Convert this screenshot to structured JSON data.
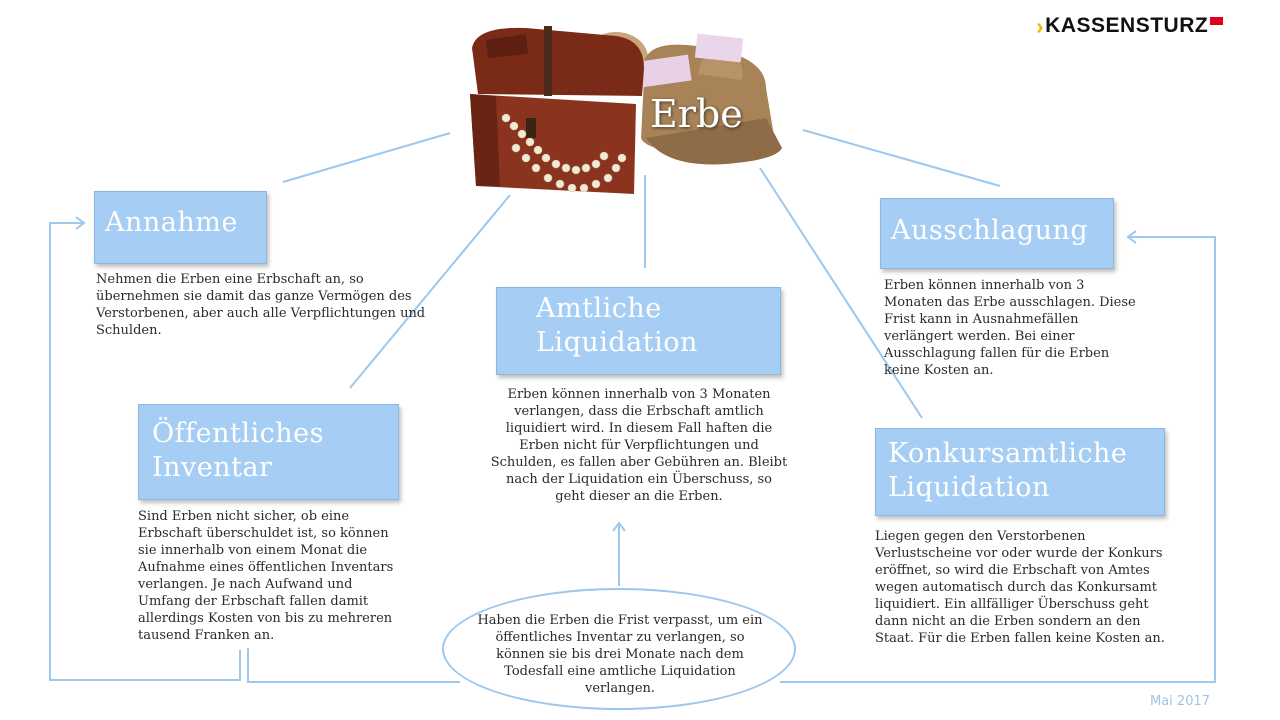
{
  "brand": {
    "logo_text": "KASSENSTURZ",
    "date": "Mai 2017"
  },
  "center": {
    "title": "Erbe",
    "image": "treasure-chest-and-money-bags"
  },
  "nodes": {
    "annahme": {
      "title": "Annahme",
      "text": "Nehmen die Erben eine Erbschaft an, so übernehmen sie damit das ganze Vermögen des Verstorbenen, aber auch alle Verpflichtungen und Schulden."
    },
    "oeffentliches_inventar": {
      "title_line1": "Öffentliches",
      "title_line2": "Inventar",
      "text": "Sind Erben nicht sicher, ob eine Erbschaft überschuldet ist, so können sie innerhalb von einem Monat die Aufnahme eines öffentlichen Inventars verlangen. Je nach Aufwand und Umfang der Erbschaft fallen damit allerdings Kosten von bis zu mehreren tausend Franken an."
    },
    "amtliche_liquidation": {
      "title_line1": "Amtliche",
      "title_line2": "Liquidation",
      "text": "Erben können innerhalb von 3 Monaten verlangen, dass die Erbschaft amtlich liquidiert wird. In diesem Fall haften die Erben nicht für Verpflichtungen und Schulden, es fallen aber Gebühren an. Bleibt nach der Liquidation ein Überschuss, so geht dieser an die Erben."
    },
    "ausschlagung": {
      "title": "Ausschlagung",
      "text": "Erben können innerhalb von 3 Monaten das Erbe ausschlagen. Diese Frist kann in Ausnahmefällen verlängert werden. Bei einer Ausschlagung fallen für die Erben keine Kosten an."
    },
    "konkursamtliche_liquidation": {
      "title_line1": "Konkursamtliche",
      "title_line2": "Liquidation",
      "text": "Liegen gegen den Verstorbenen Verlustscheine vor oder wurde der Konkurs eröffnet, so wird die Erbschaft von Amtes wegen automatisch durch das Konkursamt liquidiert. Ein allfälliger Überschuss geht dann nicht an die Erben sondern an den Staat. Für die Erben fallen keine Kosten an."
    }
  },
  "note": {
    "text": "Haben die Erben die Frist verpasst, um ein öffentliches Inventar zu verlangen, so können sie bis drei Monate nach dem Todesfall eine amtliche Liquidation verlangen."
  },
  "colors": {
    "box": "#a6cdf3",
    "line": "#9cc7ee",
    "date": "#9fc6ea",
    "logo_accent": "#f2b600",
    "logo_badge": "#e3001b"
  }
}
